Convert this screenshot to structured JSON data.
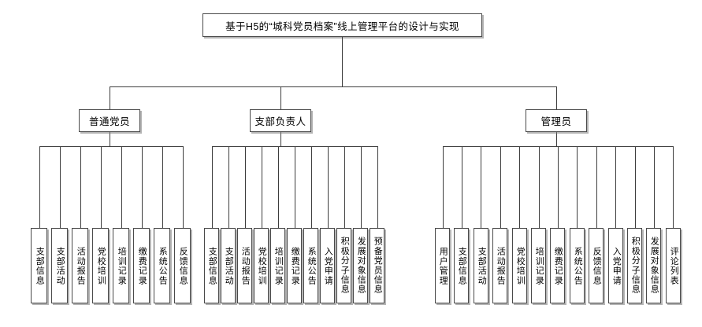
{
  "diagram": {
    "title": "基于H5的“城科党员档案”线上管理平台的设计与实现",
    "type": "hierarchy-tree",
    "background_color": "#ffffff",
    "node_border_color": "#4a4a4a",
    "node_fill_color": "#ffffff",
    "line_color": "#3d3d3d"
  },
  "root": {
    "label": "基于H5的“城科党员档案”线上管理平台的设计与实现"
  },
  "roles": [
    {
      "label": "普通党员"
    },
    {
      "label": "支部负责人"
    },
    {
      "label": "管理员"
    }
  ],
  "groups": [
    {
      "role": "普通党员",
      "items": [
        {
          "label": "支部信息"
        },
        {
          "label": "支部活动"
        },
        {
          "label": "活动报告"
        },
        {
          "label": "党校培训"
        },
        {
          "label": "培训记录"
        },
        {
          "label": "缴费记录"
        },
        {
          "label": "系统公告"
        },
        {
          "label": "反馈信息"
        }
      ]
    },
    {
      "role": "支部负责人",
      "items": [
        {
          "label": "支部信息"
        },
        {
          "label": "支部活动"
        },
        {
          "label": "活动报告"
        },
        {
          "label": "党校培训"
        },
        {
          "label": "培训记录"
        },
        {
          "label": "缴费记录"
        },
        {
          "label": "系统公告"
        },
        {
          "label": "入党申请"
        },
        {
          "label": "积极分子信息"
        },
        {
          "label": "发展对象信息"
        },
        {
          "label": "预备党员信息"
        }
      ]
    },
    {
      "role": "管理员",
      "items": [
        {
          "label": "用户管理"
        },
        {
          "label": "支部信息"
        },
        {
          "label": "支部活动"
        },
        {
          "label": "活动报告"
        },
        {
          "label": "党校培训"
        },
        {
          "label": "培训记录"
        },
        {
          "label": "缴费记录"
        },
        {
          "label": "系统公告"
        },
        {
          "label": "反馈信息"
        },
        {
          "label": "入党申请"
        },
        {
          "label": "积极分子信息"
        },
        {
          "label": "发展对象信息"
        },
        {
          "label": "评论列表"
        }
      ]
    }
  ]
}
